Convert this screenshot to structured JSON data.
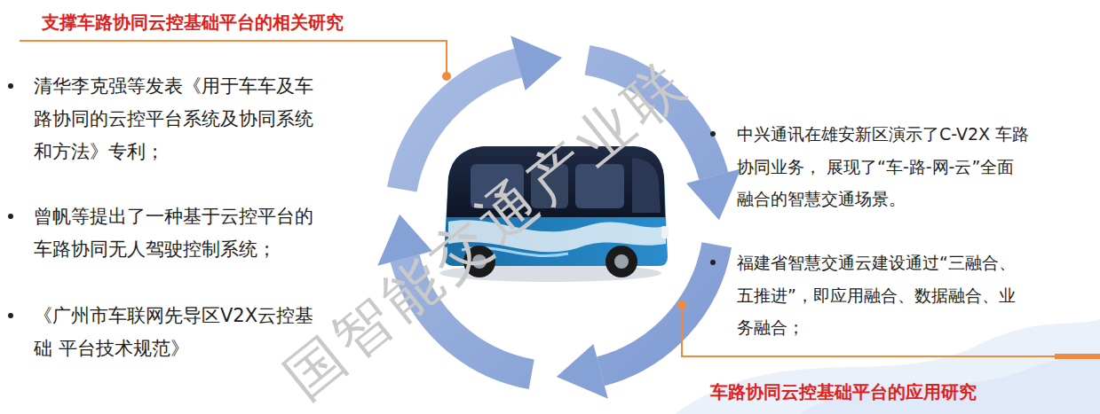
{
  "diagram": {
    "labels": [
      "支撑车路协同云控基础平台的相关研究",
      "清华李克强等发表《用于车车及车 路协同的云控平台系统及协同系统 和方法》专利；",
      "曾帆等提出了一种基于云控平台的 车路协同无人驾驶控制系统；",
      "《广州市车联网先导区V2X云控基础 平台技术规范》",
      "中兴通讯在雄安新区演示了C-V2X 车路 协同业务， 展现了“车-路-网-云”全面 融合的智慧交通场景。",
      "福建省智慧交通云建设通过“三融合、 五推进”，即应用融合、数据融合、业 务融合；",
      "车路协同云控基础平台的应用研究",
      "国智能交通产业联"
    ]
  }
}
